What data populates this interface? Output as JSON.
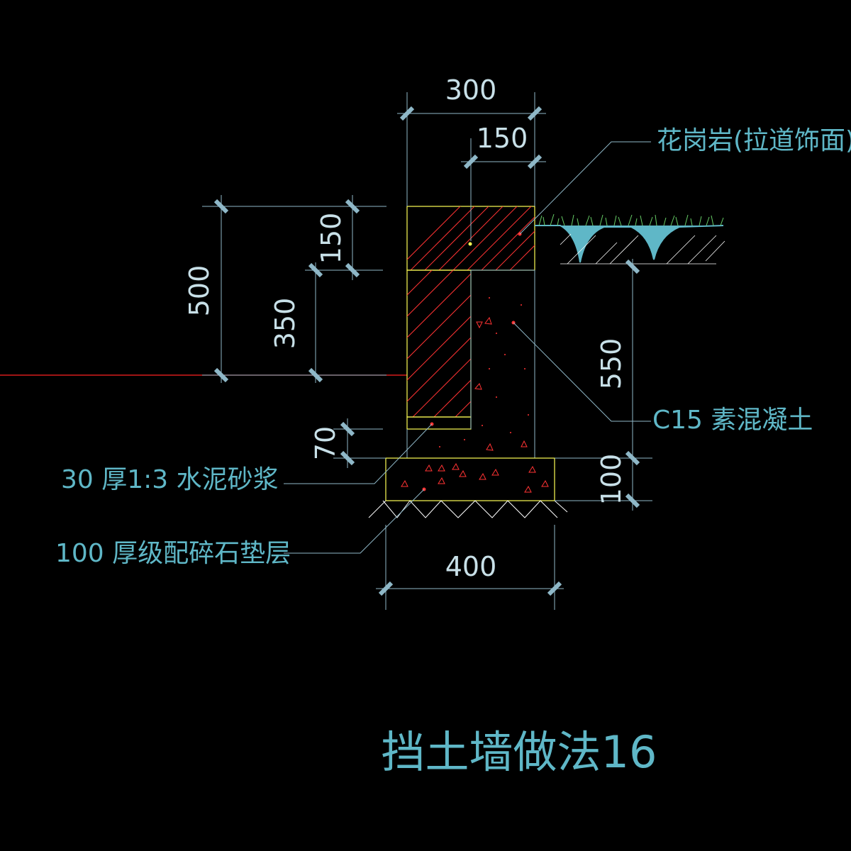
{
  "drawing": {
    "title": "挡土墙做法16",
    "dimensions": {
      "top_width": "300",
      "cap_width": "150",
      "total_height": "500",
      "cap_height": "150",
      "wall_height": "350",
      "mortar_height": "70",
      "concrete_height": "550",
      "gravel_height": "100",
      "base_width": "400"
    },
    "labels": {
      "granite": "花岗岩(拉道饰面)",
      "concrete": "C15 素混凝土",
      "mortar": "30 厚1:3 水泥砂浆",
      "gravel": "100 厚级配碎石垫层"
    }
  },
  "colors": {
    "background": "#000000",
    "dimension_line": "#8fb8c8",
    "outline": "#ffff55",
    "hatch": "#ff3333",
    "ground_line": "#ff2222",
    "grass": "#66cc66",
    "soil": "#5fb7c7",
    "text": "#5fb7c7"
  }
}
